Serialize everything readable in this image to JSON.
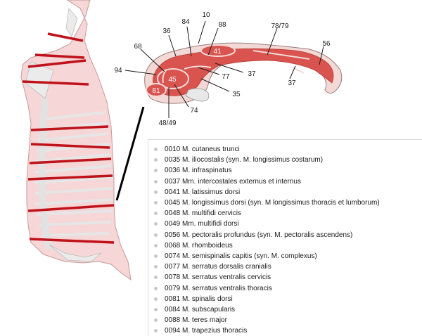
{
  "cross_section": {
    "muscle_labels": [
      "10",
      "36",
      "84",
      "88",
      "78/79",
      "56",
      "68",
      "41",
      "94",
      "45",
      "77",
      "37",
      "81",
      "35",
      "37",
      "74",
      "48/49"
    ]
  },
  "legend": {
    "items": [
      "0010 M. cutaneus trunci",
      "0035 M. iliocostalis (syn. M. longissimus costarum)",
      "0036 M. infraspinatus",
      "0037 Mm. intercostales externus et internus",
      "0041 M. latissimus dorsi",
      "0045 M. longissimus dorsi (syn. M longissimus thoracis et lumborum)",
      "0048 M. multifidi cervicis",
      "0049 Mm. multifidi dorsi",
      "0056 M. pectoralis profundus (syn. M. pectoralis ascendens)",
      "0068 M. rhomboideus",
      "0074 M. semispinalis capitis (syn. M. complexus)",
      "0077 M. serratus dorsalis cranialis",
      "0078 M. serratus ventralis cervicis",
      "0079 M. serratus ventralis thoracis",
      "0081 M. spinalis dorsi",
      "0084 M. subscapularis",
      "0088 M. teres major",
      "0094 M. trapezius thoracis"
    ]
  },
  "colors": {
    "muscle": "#d9534f",
    "fat": "#f3d9d6",
    "carcass": "#f6d6d6",
    "cut_line": "#c0121b",
    "bone": "#e8e8e8"
  }
}
